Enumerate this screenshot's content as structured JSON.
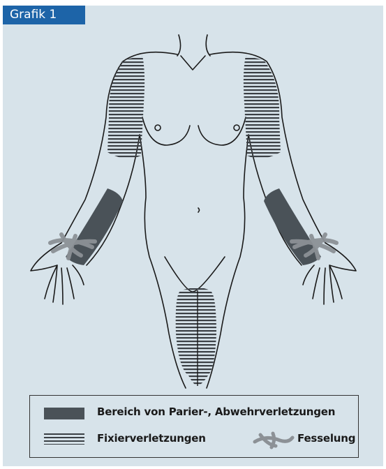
{
  "figure": {
    "label": "Grafik 1"
  },
  "legend": {
    "items": [
      {
        "label": "Bereich von Parier-, Abwehrverletzungen",
        "swatch": "dark-fill"
      },
      {
        "label": "Fixierverletzungen",
        "swatch": "horizontal-lines"
      },
      {
        "label": "Fesselung",
        "swatch": "rope-icon"
      }
    ]
  },
  "colors": {
    "background": "#d7e3ea",
    "label_bg": "#1d64a8",
    "defense_area": "#4a5258",
    "hatch_lines": "#3a3f44",
    "rope": "#8c9196"
  }
}
